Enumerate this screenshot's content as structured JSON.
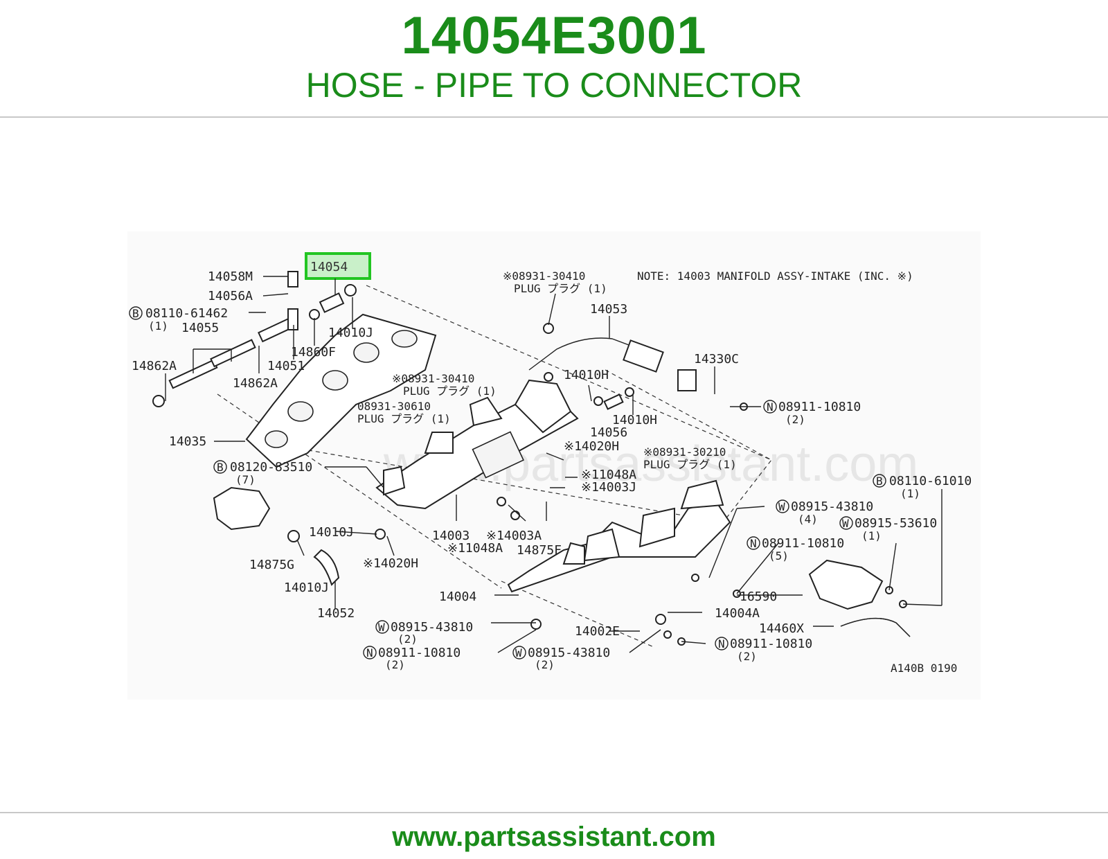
{
  "header": {
    "part_number": "14054E3001",
    "description": "HOSE - PIPE TO CONNECTOR"
  },
  "diagram": {
    "highlighted_part": "14054",
    "watermark": "www.partsassistant.com",
    "note": "NOTE: 14003 MANIFOLD ASSY-INTAKE (INC. ※)",
    "reference": "A140B 0190",
    "labels": [
      "14058M",
      "14056A",
      "08110-61462",
      "(1)",
      "14055",
      "14862A",
      "14051",
      "14862A",
      "14860F",
      "14010J",
      "※08931-30410",
      "PLUG プラグ (1)",
      "14053",
      "14330C",
      "14010H",
      "※08931-30410",
      "PLUG プラグ (1)",
      "08931-30610",
      "PLUG プラグ (1)",
      "14010H",
      "14056",
      "08911-10810",
      "(2)",
      "14035",
      "※14020H",
      "※08931-30210",
      "PLUG プラグ (1)",
      "08120-83510",
      "(7)",
      "※11048A",
      "※14003J",
      "08110-61010",
      "(1)",
      "14010J",
      "14003",
      "※14003A",
      "08915-43810",
      "(4)",
      "08915-53610",
      "(1)",
      "14875G",
      "※14020H",
      "※11048A",
      "14875F",
      "08911-10810",
      "(5)",
      "14010J",
      "14004",
      "16590",
      "14052",
      "14004A",
      "08915-43810",
      "(2)",
      "14002E",
      "14460X",
      "08911-10810",
      "(2)",
      "08915-43810",
      "(2)",
      "08911-10810",
      "(2)"
    ]
  },
  "footer": {
    "url": "www.partsassistant.com"
  },
  "colors": {
    "brand_green": "#1a8c1a",
    "highlight_border": "#22c522",
    "highlight_fill": "#c9f0c9"
  }
}
